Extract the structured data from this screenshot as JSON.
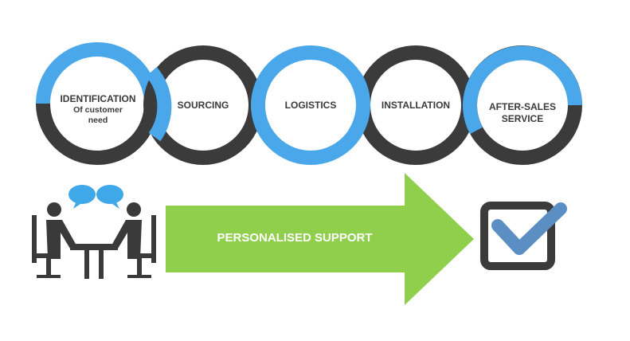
{
  "process": {
    "steps": [
      {
        "line1": "IDENTIFICATION",
        "line2": "Of customer need"
      },
      {
        "line1": "SOURCING",
        "line2": ""
      },
      {
        "line1": "LOGISTICS",
        "line2": ""
      },
      {
        "line1": "INSTALLATION",
        "line2": ""
      },
      {
        "line1": "AFTER-SALES SERVICE",
        "line2": ""
      }
    ]
  },
  "arrow": {
    "label": "PERSONALISED SUPPORT"
  },
  "icons": {
    "meeting": "two-people-meeting-icon",
    "chat": "speech-bubble-icon",
    "check": "checkbox-checked-icon"
  },
  "colors": {
    "blue": "#4aa8ea",
    "dark": "#3b3b3b",
    "arrow_green": "#8fcf4c",
    "check_blue": "#5b8fc4",
    "label_text": "#3a3a3a"
  }
}
